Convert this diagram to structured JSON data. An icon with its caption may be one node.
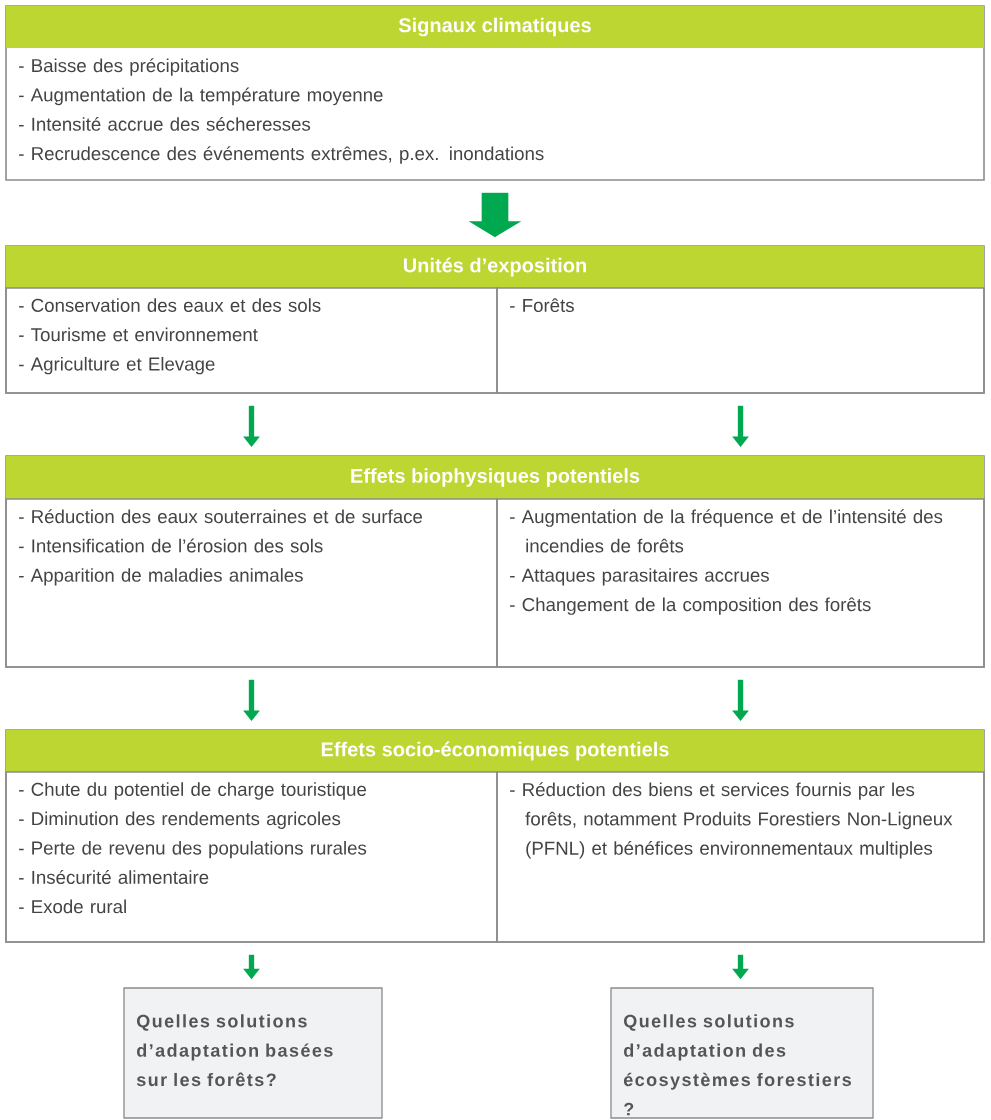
{
  "diagram": {
    "nodes": [
      {
        "text": [
          "Signaux climatiques",
          "- Baisse des précipitations",
          "- Augmentation de la température moyenne",
          "- Intensité accrue des sécheresses",
          "- Recrudescence des événements extrêmes, p.ex. inondations"
        ]
      },
      {
        "text": [
          "Unités d’exposition"
        ]
      },
      {
        "text": [
          "- Conservation des eaux et des sols",
          "- Tourisme et environnement",
          "- Agriculture et Elevage"
        ],
        "in": 1
      },
      {
        "text": [
          "- Forêts"
        ],
        "in": 1
      },
      {
        "text": [
          "Effets biophysiques potentiels"
        ]
      },
      {
        "text": [
          "- Réduction des eaux souterraines et de surface",
          "- Intensification de l’érosion des  sols",
          "- Apparition de maladies animales"
        ],
        "in": 4
      },
      {
        "text": [
          "- Augmentation de la fréquence et de l’intensité des incendies de forêts",
          "- Attaques parasitaires accrues",
          "- Changement de la composition des forêts"
        ],
        "in": 4
      },
      {
        "text": [
          "Effets socio-économiques potentiels"
        ]
      },
      {
        "text": [
          "- Chute du potentiel de charge touristique",
          "- Diminution des rendements agricoles",
          "- Perte de revenu des populations rurales",
          "- Insécurité alimentaire",
          "- Exode rural"
        ],
        "in": 7
      },
      {
        "text": [
          "- Réduction des biens et services fournis par les forêts, notamment Produits Forestiers Non-Ligneux (PFNL) et bénéfices environnementaux multiples"
        ],
        "in": 7
      },
      {
        "text": [
          "Quelles solutions d’adaptation basées sur les forêts?"
        ]
      },
      {
        "text": [
          "Quelles solutions d’adaptation des écosystèmes forestiers ?"
        ]
      }
    ],
    "edges": [
      {
        "from": 0,
        "to": 1,
        "arrow": "to",
        "style": "thick"
      },
      {
        "from": 2,
        "to": 4,
        "arrow": "to"
      },
      {
        "from": 3,
        "to": 4,
        "arrow": "to"
      },
      {
        "from": 5,
        "to": 7,
        "arrow": "to"
      },
      {
        "from": 6,
        "to": 7,
        "arrow": "to"
      },
      {
        "from": 8,
        "to": 10,
        "arrow": "to"
      },
      {
        "from": 9,
        "to": 11,
        "arrow": "to"
      }
    ]
  }
}
